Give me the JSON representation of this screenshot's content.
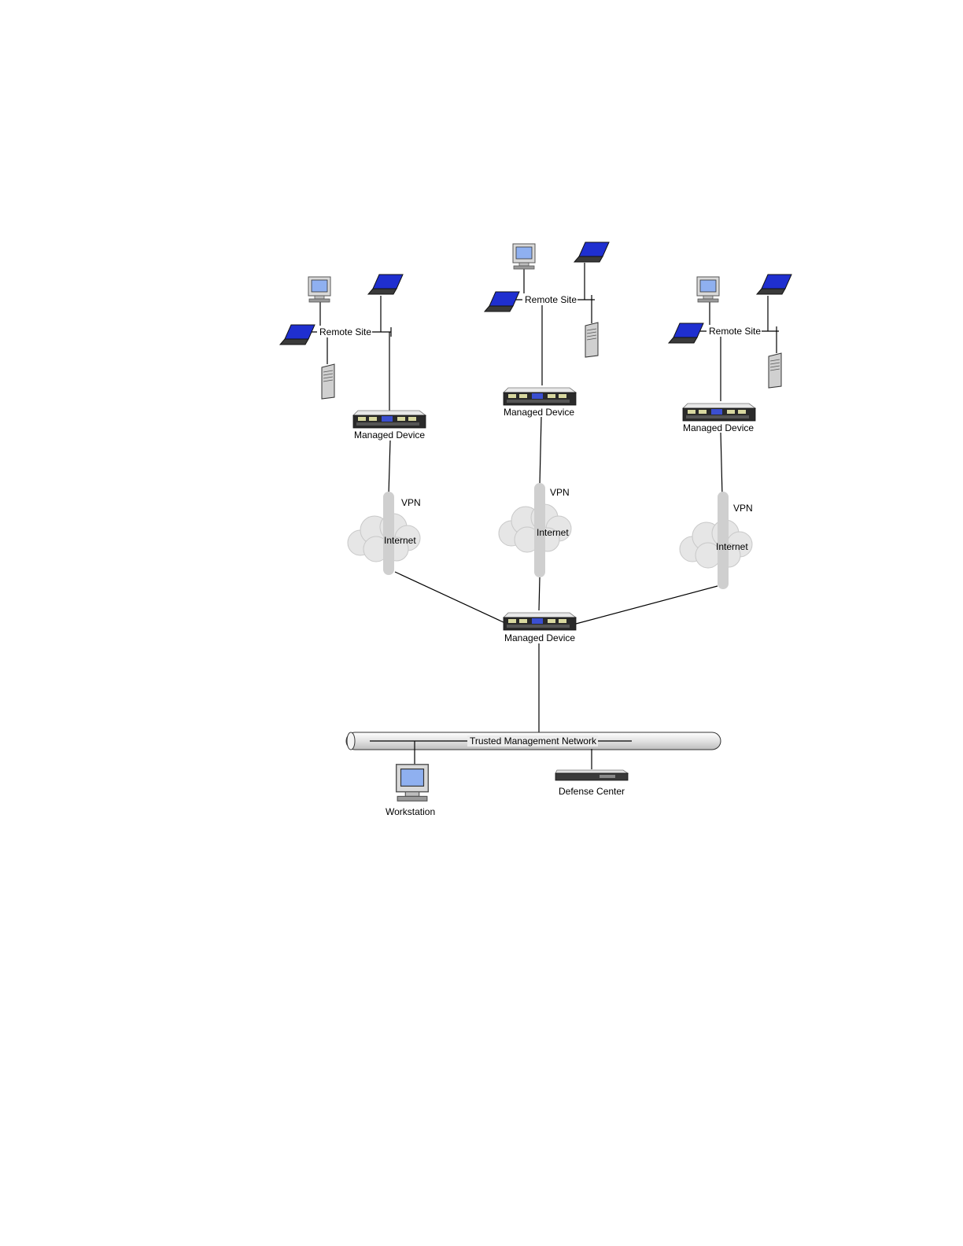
{
  "diagram": {
    "remote_sites": [
      {
        "site_label": "Remote Site",
        "device_label": "Managed Device",
        "vpn_label": "VPN",
        "internet_label": "Internet"
      },
      {
        "site_label": "Remote Site",
        "device_label": "Managed Device",
        "vpn_label": "VPN",
        "internet_label": "Internet"
      },
      {
        "site_label": "Remote Site",
        "device_label": "Managed Device",
        "vpn_label": "VPN",
        "internet_label": "Internet"
      }
    ],
    "hub_device_label": "Managed Device",
    "trusted_network_label": "Trusted Management Network",
    "workstation_label": "Workstation",
    "defense_center_label": "Defense Center",
    "colors": {
      "laptop_screen": "#1f2fd0",
      "monitor_screen": "#8fb0f0",
      "cloud": "#e6e6e6",
      "vpn_tube": "#cfcfcf",
      "appliance_body": "#2a2a2a"
    }
  }
}
